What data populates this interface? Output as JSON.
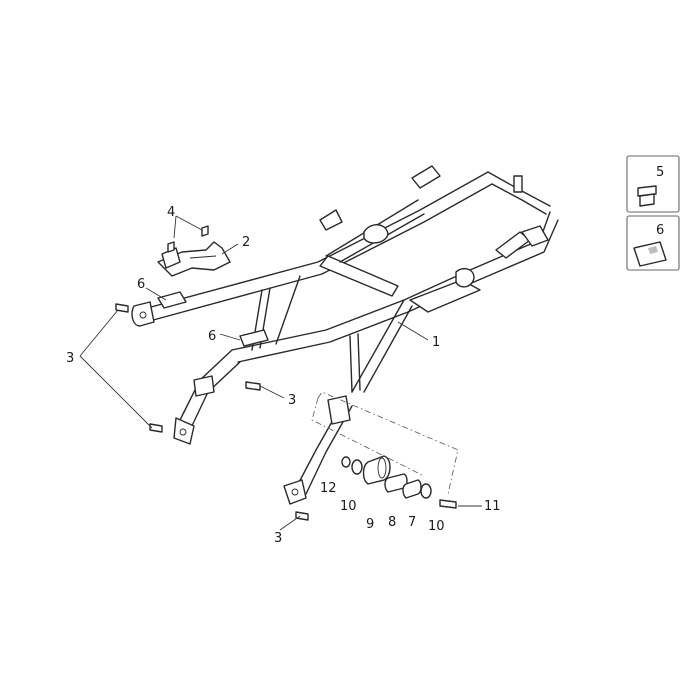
{
  "diagram": {
    "callouts": [
      {
        "id": "c1",
        "label": "1"
      },
      {
        "id": "c2",
        "label": "2"
      },
      {
        "id": "c3a",
        "label": "3"
      },
      {
        "id": "c3b",
        "label": "3"
      },
      {
        "id": "c3c",
        "label": "3"
      },
      {
        "id": "c4",
        "label": "4"
      },
      {
        "id": "c5",
        "label": "5"
      },
      {
        "id": "c6a",
        "label": "6"
      },
      {
        "id": "c6b",
        "label": "6"
      },
      {
        "id": "c6c",
        "label": "6"
      },
      {
        "id": "c7",
        "label": "7"
      },
      {
        "id": "c8",
        "label": "8"
      },
      {
        "id": "c9",
        "label": "9"
      },
      {
        "id": "c10a",
        "label": "10"
      },
      {
        "id": "c10b",
        "label": "10"
      },
      {
        "id": "c11",
        "label": "11"
      },
      {
        "id": "c12",
        "label": "12"
      }
    ],
    "colors": {
      "line": "#2a2a2a",
      "box_border": "#666666",
      "background": "#ffffff"
    }
  }
}
